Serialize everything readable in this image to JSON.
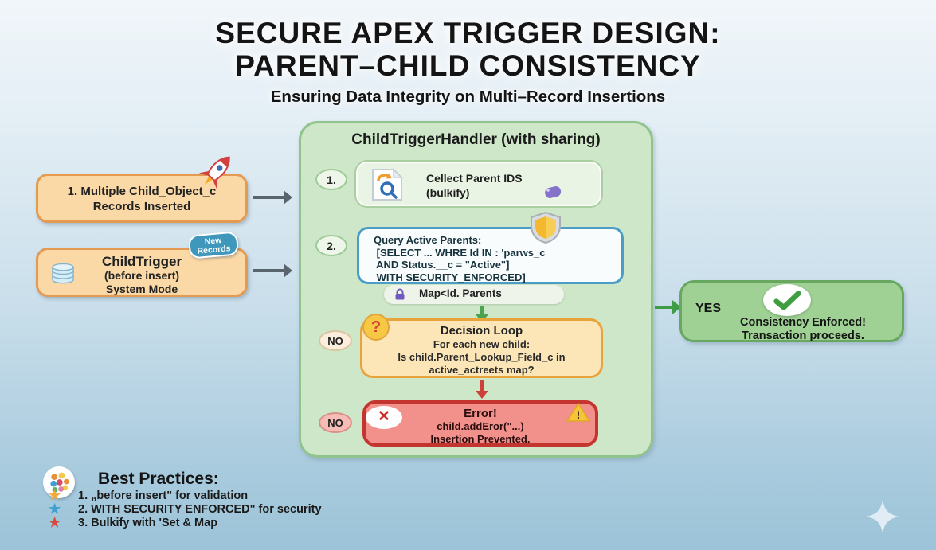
{
  "title": {
    "line1": "SECURE APEX TRIGGER DESIGN:",
    "line2": "PARENT–CHILD CONSISTENCY",
    "subtitle": "Ensuring Data Integrity on Multi–Record Insertions"
  },
  "left_column": {
    "inserted_box": {
      "line1": "1. Multiple Child_Object_c",
      "line2": "Records Inserted"
    },
    "trigger_box": {
      "title": "ChildTrigger",
      "line1": "(before insert)",
      "line2": "System Mode",
      "badge": "New Records"
    }
  },
  "handler": {
    "title": "ChildTriggerHandler (with sharing)",
    "step1": {
      "number": "1.",
      "line1": "Cellect Parent IDS",
      "line2": "(bulkify)"
    },
    "step2": {
      "number": "2.",
      "lines": [
        "Query Active Parents:",
        " [SELECT ... WHRE Id IN : 'parws_c",
        " AND Status.__c = \"Active\"]",
        " WITH SECURITY_ENFORCED]"
      ]
    },
    "map_label": "Map<Id. Parents",
    "decision": {
      "no": "NO",
      "question_glyph": "?",
      "line1": "Decision Loop",
      "line2": "For each new child:",
      "line3": "Is child.Parent_Lookup_Field_c in",
      "line4": "active_actreets map?"
    },
    "error": {
      "no": "NO",
      "x_glyph": "✕",
      "warning_glyph": "!",
      "line1": "Error!",
      "line2": "child.addEror(\"...)",
      "line3": "Insertion Prevented."
    }
  },
  "yes_box": {
    "label": "YES",
    "line1": "Consistency Enforced!",
    "line2": "Transaction proceeds."
  },
  "best_practices": {
    "heading": "Best Practices:",
    "bullet_glyph": "★",
    "items": [
      {
        "text": "1. „before insert\" for validation",
        "star_color": "#f2a93b"
      },
      {
        "text": "2. WITH SECURITY ENFORCED\" for security",
        "star_color": "#3e9fd0"
      },
      {
        "text": "3. Bulkify with 'Set & Map",
        "star_color": "#d8483a"
      }
    ]
  },
  "colors": {
    "background_top": "#f1f6fa",
    "background_bottom": "#9cc3d8",
    "orange_box_fill": "#fbd9a6",
    "orange_box_border": "#e59a52",
    "handler_fill": "#cde7c8",
    "handler_border": "#90c48c",
    "query_border": "#4b9dc6",
    "decision_fill": "#fce6b8",
    "decision_border": "#e9a33c",
    "error_fill": "#f2918b",
    "error_border": "#c53530",
    "yes_fill": "#9ed193",
    "yes_border": "#67a75f",
    "badge_fill": "#3f97bc"
  }
}
